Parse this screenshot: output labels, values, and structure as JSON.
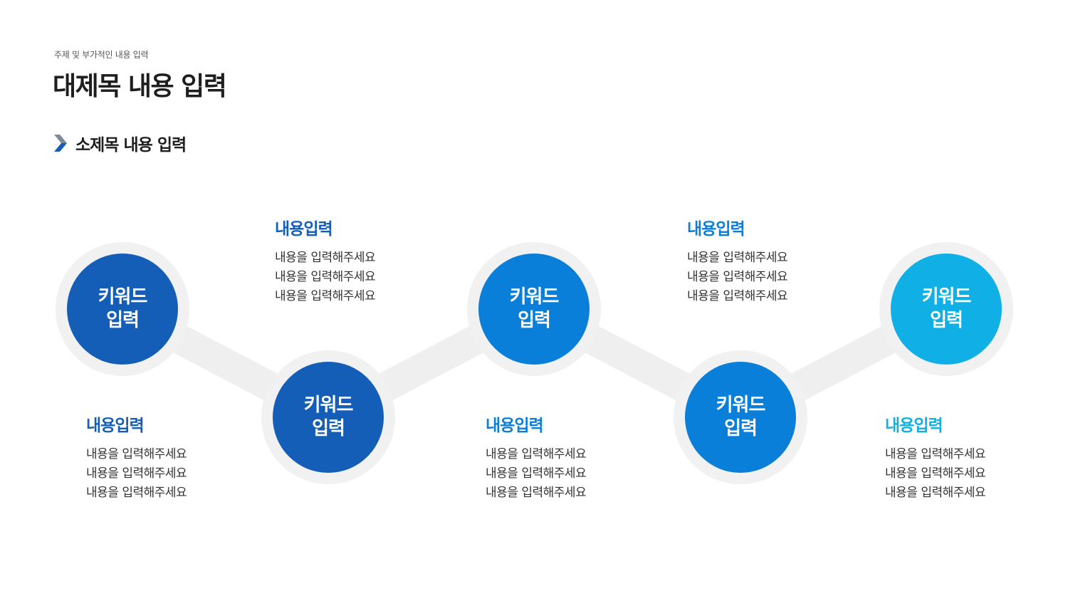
{
  "header": {
    "subtitle": "주제 및 부가적인 내용 입력",
    "title": "대제목 내용 입력",
    "section_title": "소제목 내용 입력"
  },
  "colors": {
    "dark_blue": "#155EB8",
    "mid_blue": "#0A7FD9",
    "light_blue": "#10B0E6",
    "connector": "#EFEFF0"
  },
  "steps": [
    {
      "keyword_line1": "키워드",
      "keyword_line2": "입력",
      "heading": "내용입력",
      "lines": [
        "내용을 입력해주세요",
        "내용을 입력해주세요",
        "내용을 입력해주세요"
      ]
    },
    {
      "keyword_line1": "키워드",
      "keyword_line2": "입력",
      "heading": "내용입력",
      "lines": [
        "내용을 입력해주세요",
        "내용을 입력해주세요",
        "내용을 입력해주세요"
      ]
    },
    {
      "keyword_line1": "키워드",
      "keyword_line2": "입력",
      "heading": "내용입력",
      "lines": [
        "내용을 입력해주세요",
        "내용을 입력해주세요",
        "내용을 입력해주세요"
      ]
    },
    {
      "keyword_line1": "키워드",
      "keyword_line2": "입력",
      "heading": "내용입력",
      "lines": [
        "내용을 입력해주세요",
        "내용을 입력해주세요",
        "내용을 입력해주세요"
      ]
    },
    {
      "keyword_line1": "키워드",
      "keyword_line2": "입력",
      "heading": "내용입력",
      "lines": [
        "내용을 입력해주세요",
        "내용을 입력해주세요",
        "내용을 입력해주세요"
      ]
    }
  ]
}
